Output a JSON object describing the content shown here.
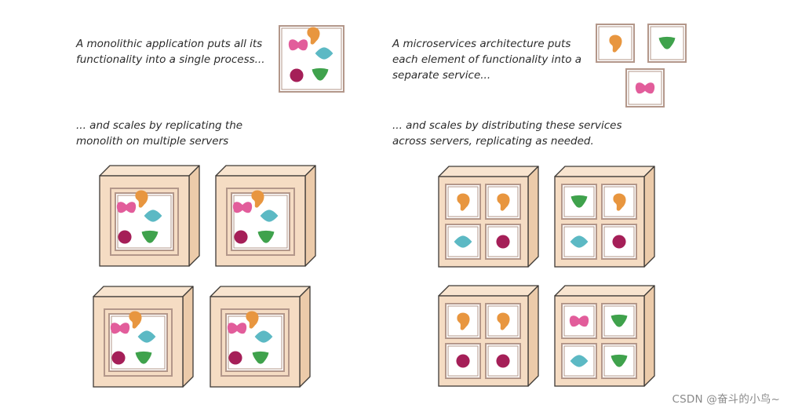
{
  "captions": {
    "monolith_intro": "A monolithic application puts all its\nfunctionality into a single process...",
    "microservices_intro": "A microservices architecture puts\neach element of functionality into a\nseparate service...",
    "monolith_scale": "... and scales by replicating the\nmonolith on multiple servers",
    "microservices_scale": "... and scales by distributing these services\nacross servers, replicating as needed."
  },
  "watermark": "CSDN @奋斗的小鸟~",
  "colors": {
    "server_face": "#f5dcc3",
    "server_side": "#eccbaa",
    "server_top": "#f8e4cf",
    "outline": "#3e3a36",
    "frame_border": "#b3978a",
    "panel_fill": "#ffffff",
    "pink": "#e25d9b",
    "orange": "#e8963f",
    "teal": "#5cb9c4",
    "maroon": "#a51f58",
    "green": "#3fa24c"
  },
  "shape_legend": {
    "pink": "pink-butterfly-icon",
    "orange": "orange-blob-icon",
    "teal": "teal-diamond-icon",
    "maroon": "maroon-circle-icon",
    "green": "green-triangle-icon"
  },
  "monolith_servers": 4,
  "microservice_servers": [
    [
      "orange",
      "orange",
      "teal",
      "maroon"
    ],
    [
      "green",
      "orange",
      "teal",
      "maroon"
    ],
    [
      "orange",
      "orange",
      "maroon",
      "maroon"
    ],
    [
      "pink",
      "green",
      "teal",
      "green"
    ]
  ]
}
